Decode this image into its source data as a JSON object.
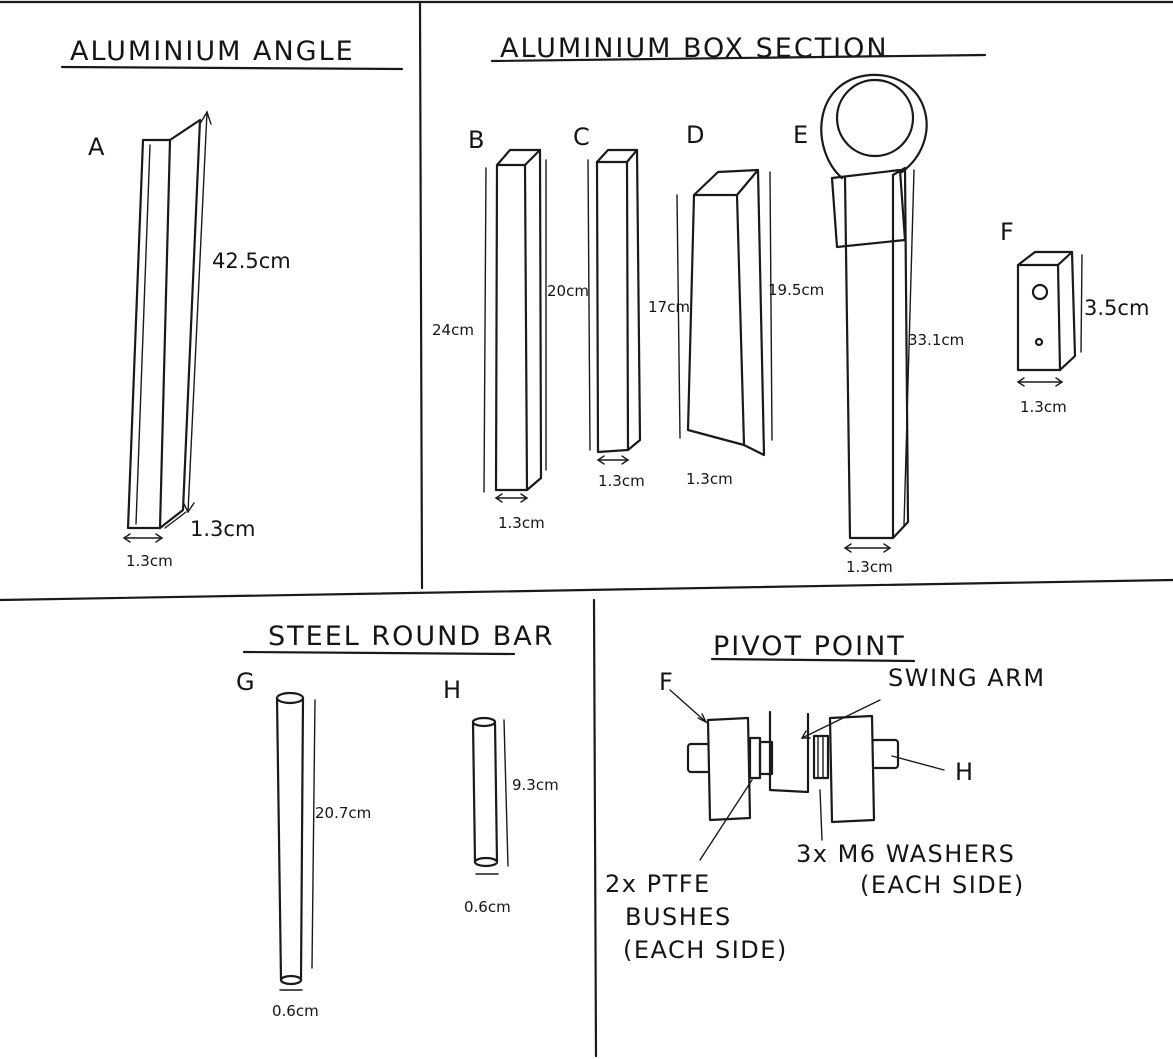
{
  "titles": {
    "angle": "ALUMINIUM ANGLE",
    "box": "ALUMINIUM BOX SECTION",
    "round": "STEEL ROUND BAR",
    "pivot": "PIVOT POINT"
  },
  "parts": {
    "A": {
      "letter": "A",
      "length": "42.5cm",
      "width1": "1.3cm",
      "width2": "1.3cm"
    },
    "B": {
      "letter": "B",
      "length": "24cm",
      "inner": "20cm",
      "width": "1.3cm"
    },
    "C": {
      "letter": "C",
      "length": "17cm",
      "width": "1.3cm"
    },
    "D": {
      "letter": "D",
      "length": "19.5cm",
      "width": "1.3cm"
    },
    "E": {
      "letter": "E",
      "length": "33.1cm",
      "width": "1.3cm"
    },
    "F": {
      "letter": "F",
      "length": "3.5cm",
      "width": "1.3cm"
    },
    "G": {
      "letter": "G",
      "length": "20.7cm",
      "diameter": "0.6cm"
    },
    "H": {
      "letter": "H",
      "length": "9.3cm",
      "diameter": "0.6cm"
    }
  },
  "pivot": {
    "label_f": "F",
    "label_h": "H",
    "swing_arm": "SWING ARM",
    "bushes_line1": "2x PTFE",
    "bushes_line2": "BUSHES",
    "bushes_line3": "(EACH SIDE)",
    "washers_line1": "3x M6 WASHERS",
    "washers_line2": "(EACH SIDE)"
  }
}
